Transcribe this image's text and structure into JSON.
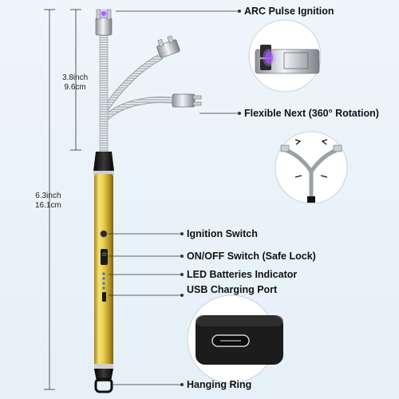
{
  "callouts": {
    "arc_pulse": "ARC Pulse Ignition",
    "flexible_neck": "Flexible Next (360° Rotation)",
    "ignition_switch": "Ignition Switch",
    "onoff_switch": "ON/OFF Switch (Safe Lock)",
    "led_indicator": "LED Batteries Indicator",
    "usb_port": "USB Charging Port",
    "hanging_ring": "Hanging Ring"
  },
  "dimensions": {
    "neck_in": "3.8inch",
    "neck_cm": "9.6cm",
    "total_in": "6.3inch",
    "total_cm": "16.1cm"
  },
  "colors": {
    "gold": "#d9c24a",
    "dark": "#1d1d1d",
    "metal": "#bfc3c7",
    "arc": "#9b3cf2"
  }
}
